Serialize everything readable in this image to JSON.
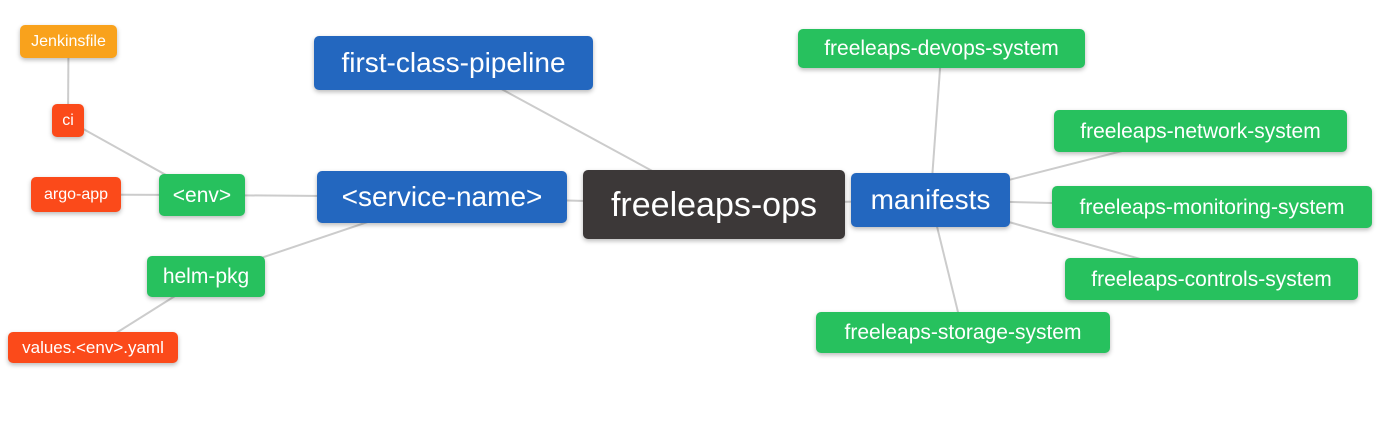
{
  "diagram": {
    "type": "mindmap",
    "background_color": "#ffffff",
    "edge_color": "#cccccc",
    "palette": {
      "root": "#3C3838",
      "primary": "#2367BF",
      "secondary": "#27C15E",
      "leaf_red": "#FB4A1A",
      "leaf_orange": "#F9A21C"
    },
    "nodes": [
      {
        "id": "freeleaps-ops",
        "label": "freeleaps-ops",
        "level": "root",
        "color": "#3C3838"
      },
      {
        "id": "first-class-pipeline",
        "label": "first-class-pipeline",
        "level": "primary",
        "color": "#2367BF"
      },
      {
        "id": "service-name",
        "label": "<service-name>",
        "level": "primary",
        "color": "#2367BF"
      },
      {
        "id": "manifests",
        "label": "manifests",
        "level": "primary",
        "color": "#2367BF"
      },
      {
        "id": "env",
        "label": "<env>",
        "level": "secondary",
        "color": "#27C15E"
      },
      {
        "id": "helm-pkg",
        "label": "helm-pkg",
        "level": "secondary",
        "color": "#27C15E"
      },
      {
        "id": "ci",
        "label": "ci",
        "level": "leaf",
        "color": "#FB4A1A"
      },
      {
        "id": "argo-app",
        "label": "argo-app",
        "level": "leaf",
        "color": "#FB4A1A"
      },
      {
        "id": "jenkinsfile",
        "label": "Jenkinsfile",
        "level": "leaf",
        "color": "#F9A21C"
      },
      {
        "id": "values-env-yaml",
        "label": "values.<env>.yaml",
        "level": "leaf",
        "color": "#FB4A1A"
      },
      {
        "id": "freeleaps-devops-system",
        "label": "freeleaps-devops-system",
        "level": "secondary",
        "color": "#27C15E"
      },
      {
        "id": "freeleaps-network-system",
        "label": "freeleaps-network-system",
        "level": "secondary",
        "color": "#27C15E"
      },
      {
        "id": "freeleaps-monitoring-system",
        "label": "freeleaps-monitoring-system",
        "level": "secondary",
        "color": "#27C15E"
      },
      {
        "id": "freeleaps-controls-system",
        "label": "freeleaps-controls-system",
        "level": "secondary",
        "color": "#27C15E"
      },
      {
        "id": "freeleaps-storage-system",
        "label": "freeleaps-storage-system",
        "level": "secondary",
        "color": "#27C15E"
      }
    ],
    "edges": [
      [
        "jenkinsfile",
        "ci"
      ],
      [
        "ci",
        "env"
      ],
      [
        "argo-app",
        "env"
      ],
      [
        "env",
        "service-name"
      ],
      [
        "service-name",
        "freeleaps-ops"
      ],
      [
        "helm-pkg",
        "service-name"
      ],
      [
        "values-env-yaml",
        "helm-pkg"
      ],
      [
        "first-class-pipeline",
        "freeleaps-ops"
      ],
      [
        "freeleaps-ops",
        "manifests"
      ],
      [
        "freeleaps-devops-system",
        "manifests"
      ],
      [
        "freeleaps-network-system",
        "manifests"
      ],
      [
        "freeleaps-monitoring-system",
        "manifests"
      ],
      [
        "freeleaps-controls-system",
        "manifests"
      ],
      [
        "freeleaps-storage-system",
        "manifests"
      ]
    ]
  }
}
